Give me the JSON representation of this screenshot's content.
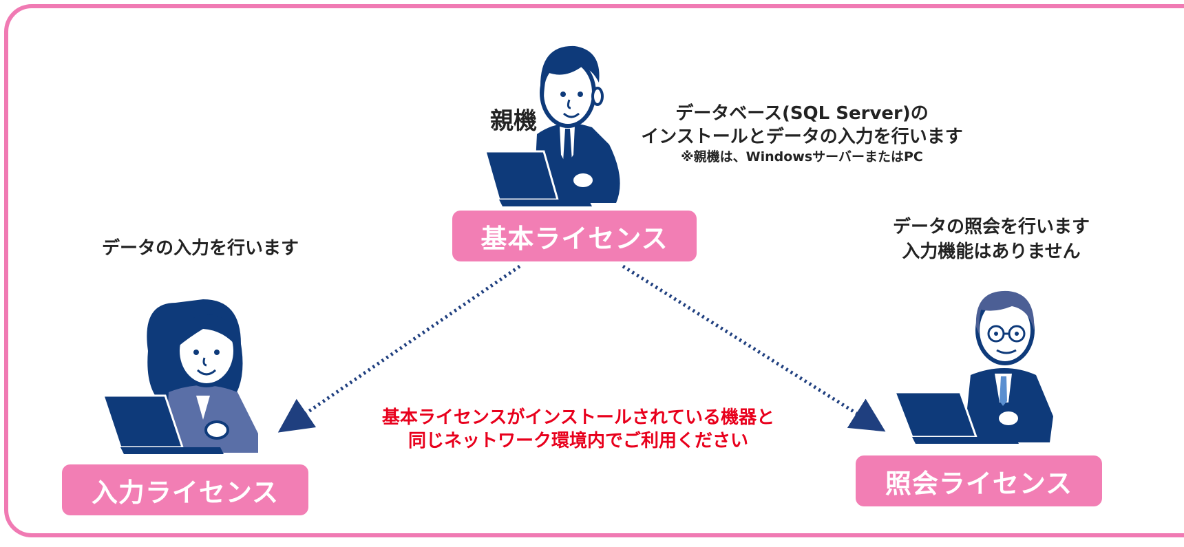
{
  "colors": {
    "frame": "#f07ab3",
    "pill": "#f27eb4",
    "arrow": "#1f3f7f",
    "person_dark": "#0e3a7a",
    "notice": "#e8001c"
  },
  "parent": {
    "label": "親機",
    "desc_line1": "データベース(SQL Server)の",
    "desc_line2": "インストールとデータの入力を行います",
    "note": "※親機は、WindowsサーバーまたはPC",
    "license": "基本ライセンス"
  },
  "input": {
    "desc": "データの入力を行います",
    "license": "入力ライセンス"
  },
  "query": {
    "desc_line1": "データの照会を行います",
    "desc_line2": "入力機能はありません",
    "license": "照会ライセンス"
  },
  "notice": {
    "line1": "基本ライセンスがインストールされている機器と",
    "line2": "同じネットワーク環境内でご利用ください"
  },
  "icons": [
    "man-at-laptop-icon",
    "woman-at-laptop-icon",
    "older-man-at-laptop-icon"
  ]
}
